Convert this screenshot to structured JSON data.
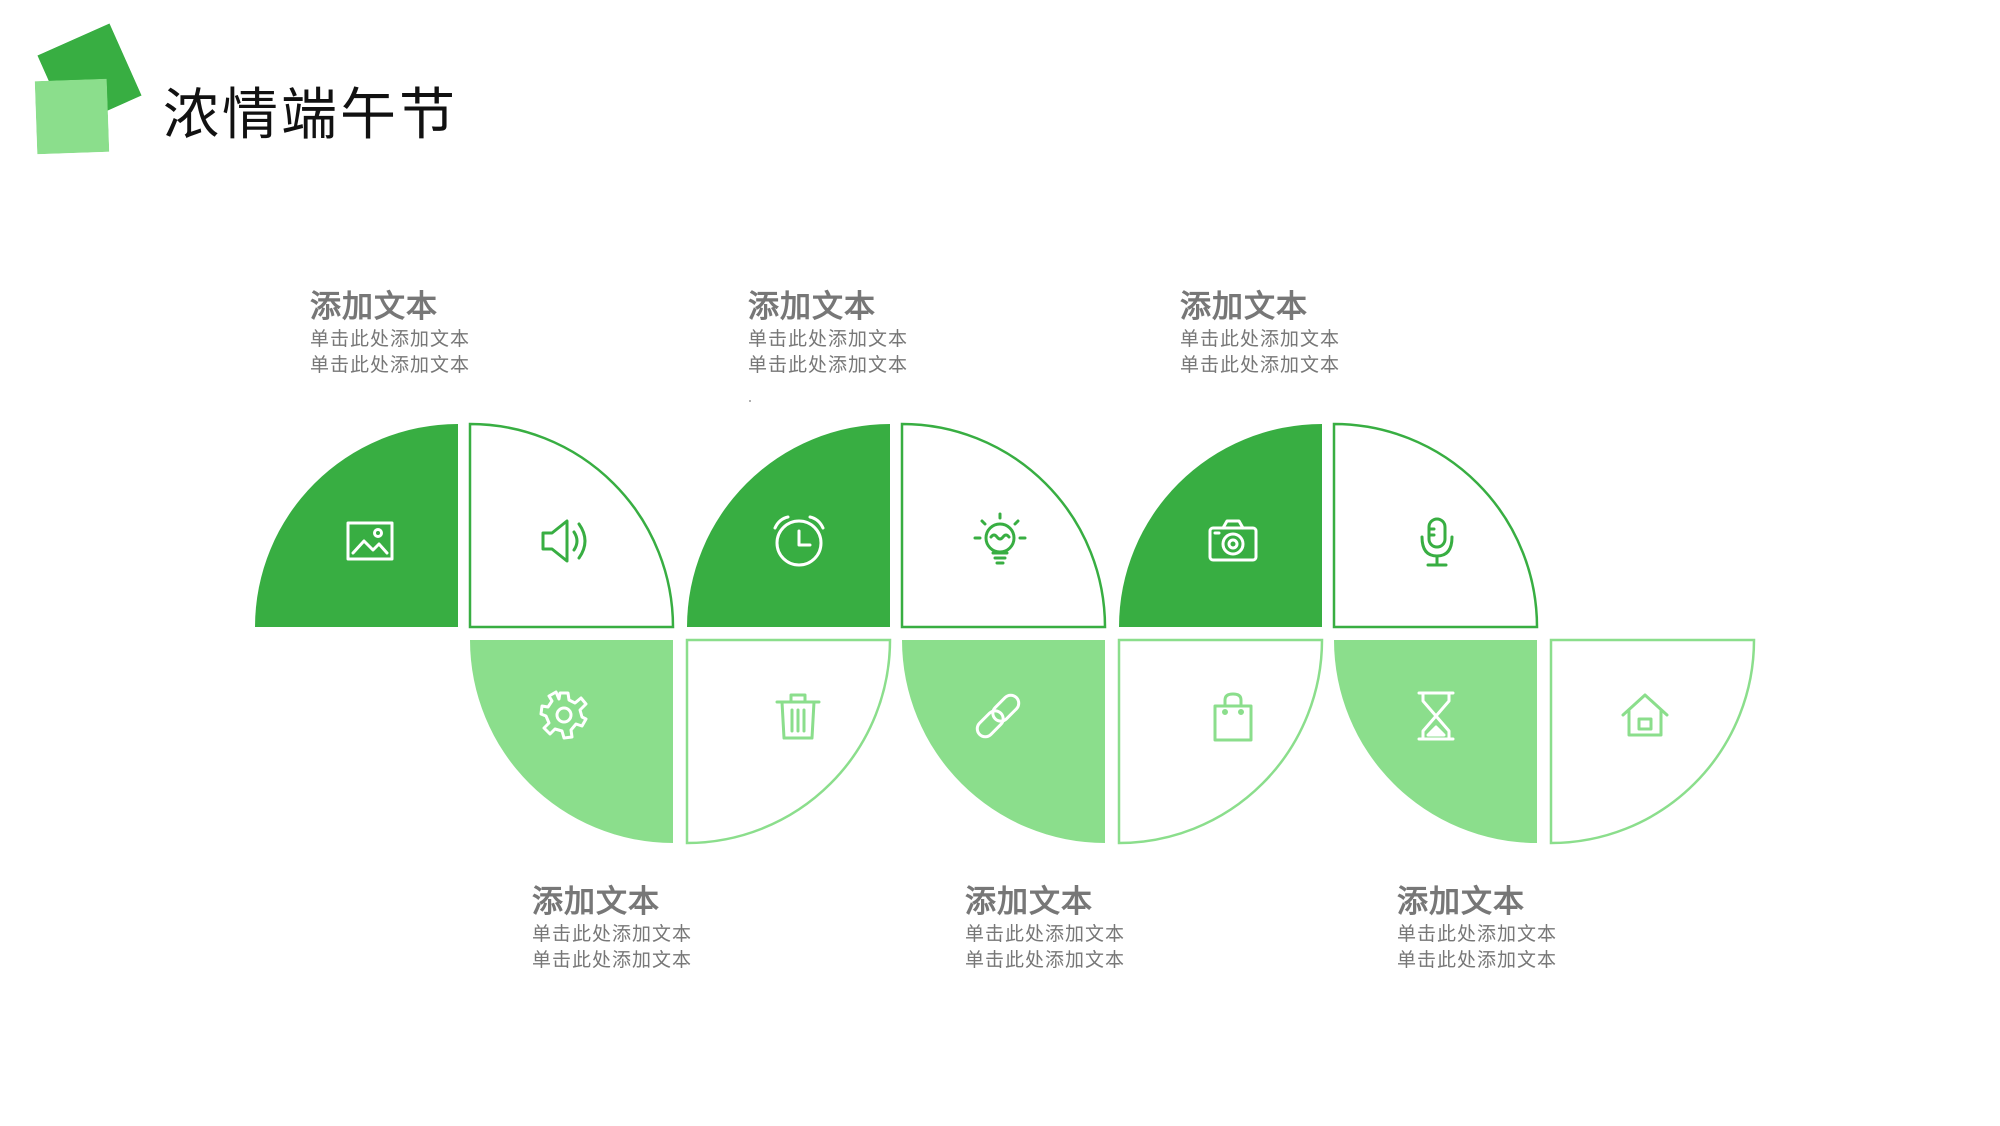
{
  "colors": {
    "dark_green": "#38AE42",
    "light_green": "#8BDE8C",
    "text_gray": "#777777",
    "title_black": "#111111"
  },
  "header": {
    "title": "浓情端午节"
  },
  "top_blocks": [
    {
      "title": "添加文本",
      "lines": [
        "单击此处添加文本",
        "单击此处添加文本"
      ]
    },
    {
      "title": "添加文本",
      "lines": [
        "单击此处添加文本",
        "单击此处添加文本"
      ]
    },
    {
      "title": "添加文本",
      "lines": [
        "单击此处添加文本",
        "单击此处添加文本"
      ]
    }
  ],
  "bottom_blocks": [
    {
      "title": "添加文本",
      "lines": [
        "单击此处添加文本",
        "单击此处添加文本"
      ]
    },
    {
      "title": "添加文本",
      "lines": [
        "单击此处添加文本",
        "单击此处添加文本"
      ]
    },
    {
      "title": "添加文本",
      "lines": [
        "单击此处添加文本",
        "单击此处添加文本"
      ]
    }
  ],
  "top_icons": [
    "image-icon",
    "speaker-icon",
    "alarm-clock-icon",
    "lightbulb-icon",
    "camera-icon",
    "microphone-icon"
  ],
  "bottom_icons": [
    "gear-icon",
    "trash-icon",
    "link-icon",
    "shopping-bag-icon",
    "hourglass-icon",
    "home-icon"
  ]
}
